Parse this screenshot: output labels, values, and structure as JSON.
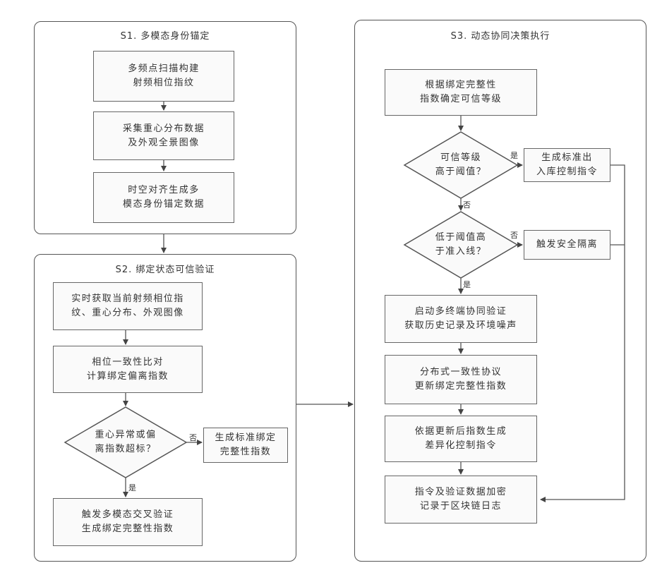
{
  "s1": {
    "title": "S1. 多模态身份锚定",
    "steps": [
      "多频点扫描构建\n射频相位指纹",
      "采集重心分布数据\n及外观全景图像",
      "时空对齐生成多\n模态身份锚定数据"
    ]
  },
  "s2": {
    "title": "S2. 绑定状态可信验证",
    "steps": [
      "实时获取当前射频相位指\n纹、重心分布、外观图像",
      "相位一致性比对\n计算绑定偏离指数",
      "触发多模态交叉验证\n生成绑定完整性指数"
    ],
    "decision": "重心异常或偏\n离指数超标？",
    "no_label": "否",
    "yes_label": "是",
    "side_box": "生成标准绑定\n完整性指数"
  },
  "s3": {
    "title": "S3. 动态协同决策执行",
    "step1": "根据绑定完整性\n指数确定可信等级",
    "decision1": "可信等级\n高于阈值？",
    "d1_yes": "是",
    "d1_no": "否",
    "side1": "生成标准出\n入库控制指令",
    "decision2": "低于阈值高\n于准入线？",
    "d2_no": "否",
    "d2_yes": "是",
    "side2": "触发安全隔离",
    "steps": [
      "启动多终端协同验证\n获取历史记录及环境噪声",
      "分布式一致性协议\n更新绑定完整性指数",
      "依据更新后指数生成\n差异化控制指令",
      "指令及验证数据加密\n记录于区块链日志"
    ]
  }
}
